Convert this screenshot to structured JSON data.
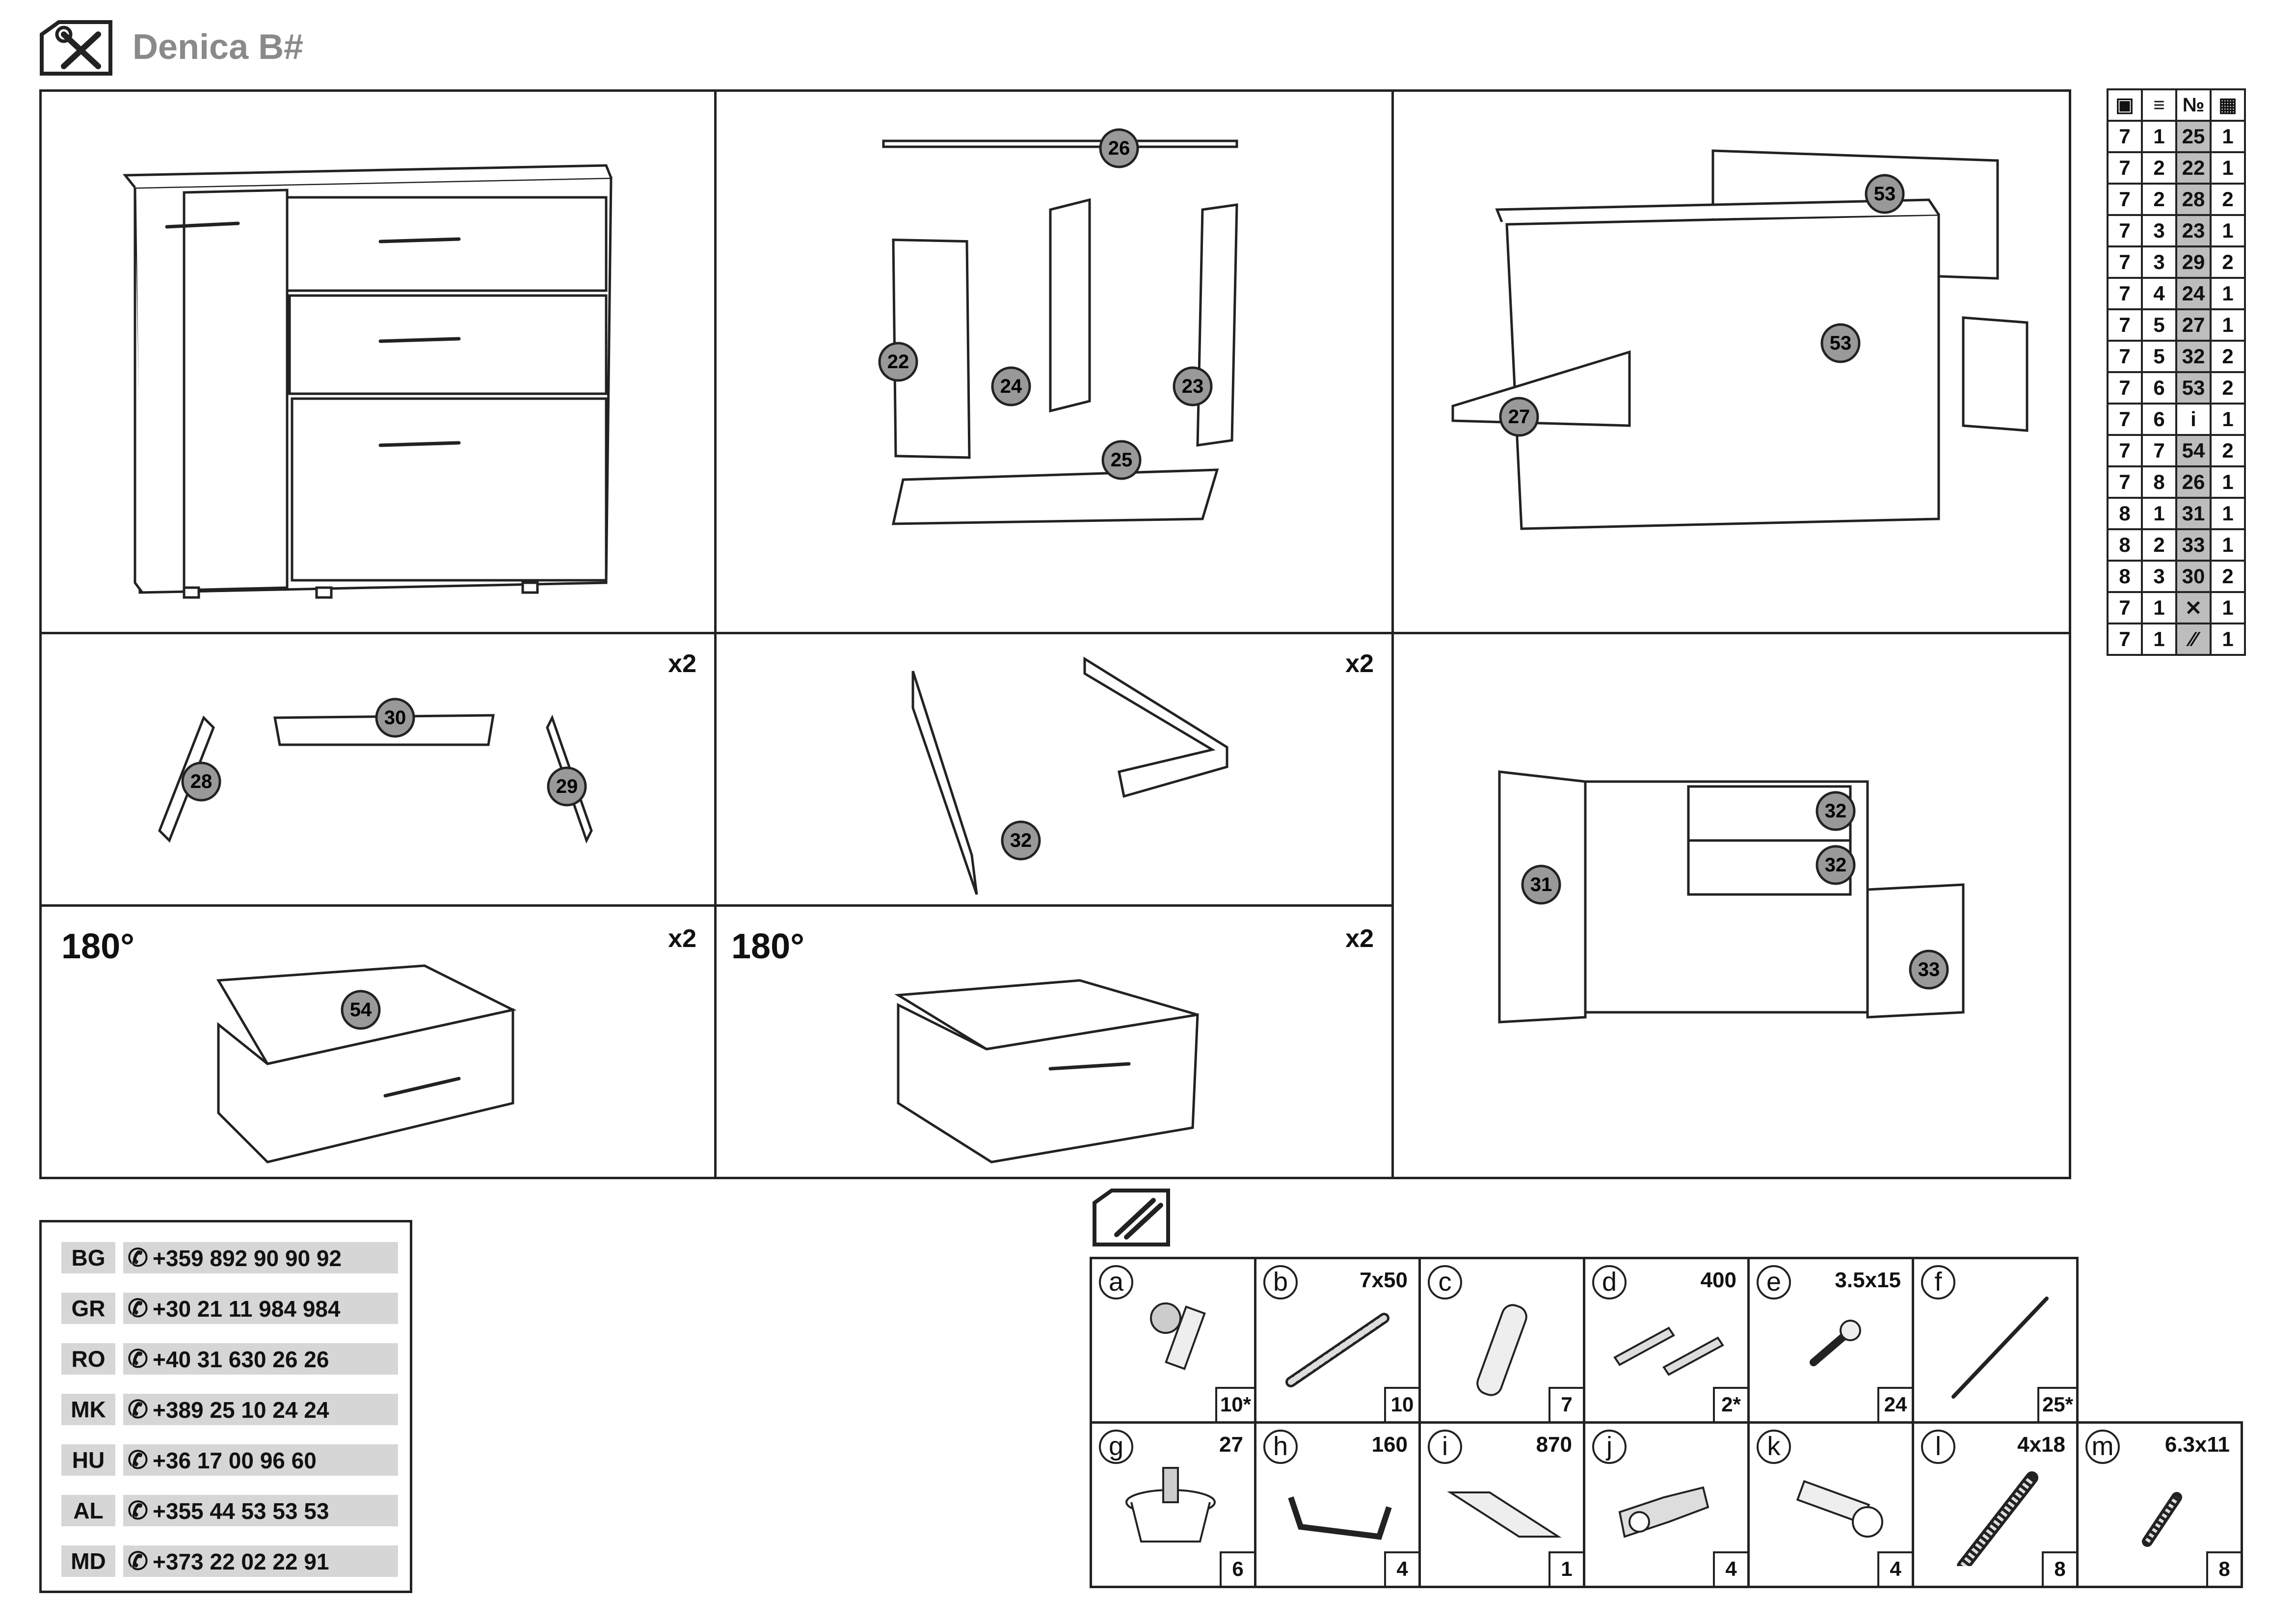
{
  "header": {
    "title": "Denica B#",
    "icon": "tools-icon"
  },
  "panels": {
    "x2": "x2",
    "rotate": "180°"
  },
  "step2_labels": {
    "p26": "26",
    "p22": "22",
    "p24": "24",
    "p23": "23",
    "p25": "25"
  },
  "step3_labels": {
    "p53a": "53",
    "p53b": "53",
    "p27": "27"
  },
  "step4_labels": {
    "p30": "30",
    "p28": "28",
    "p29": "29"
  },
  "step5_labels": {
    "p32": "32"
  },
  "step6_labels": {
    "p31": "31",
    "p32a": "32",
    "p32b": "32",
    "p33": "33"
  },
  "step7_labels": {
    "p54": "54"
  },
  "parts_table": {
    "rows": [
      [
        "7",
        "1",
        "25",
        "1"
      ],
      [
        "7",
        "2",
        "22",
        "1"
      ],
      [
        "7",
        "2",
        "28",
        "2"
      ],
      [
        "7",
        "3",
        "23",
        "1"
      ],
      [
        "7",
        "3",
        "29",
        "2"
      ],
      [
        "7",
        "4",
        "24",
        "1"
      ],
      [
        "7",
        "5",
        "27",
        "1"
      ],
      [
        "7",
        "5",
        "32",
        "2"
      ],
      [
        "7",
        "6",
        "53",
        "2"
      ],
      [
        "7",
        "6",
        "i",
        "1"
      ],
      [
        "7",
        "7",
        "54",
        "2"
      ],
      [
        "7",
        "8",
        "26",
        "1"
      ],
      [
        "8",
        "1",
        "31",
        "1"
      ],
      [
        "8",
        "2",
        "33",
        "1"
      ],
      [
        "8",
        "3",
        "30",
        "2"
      ],
      [
        "7",
        "1",
        "",
        "1"
      ],
      [
        "7",
        "1",
        "",
        "1"
      ]
    ],
    "no_header": "№"
  },
  "phones": [
    {
      "code": "BG",
      "number": "+359 892 90 90 92"
    },
    {
      "code": "GR",
      "number": "+30 21 11 984 984"
    },
    {
      "code": "RO",
      "number": "+40 31 630 26 26"
    },
    {
      "code": "MK",
      "number": "+389 25 10 24 24"
    },
    {
      "code": "HU",
      "number": "+36 17 00 96 60"
    },
    {
      "code": "AL",
      "number": "+355 44 53 53 53"
    },
    {
      "code": "MD",
      "number": "+373 22 02 22 91"
    }
  ],
  "hardware": [
    {
      "letter": "a",
      "size": "",
      "qty": "10*"
    },
    {
      "letter": "b",
      "size": "7x50",
      "qty": "10"
    },
    {
      "letter": "c",
      "size": "",
      "qty": "7"
    },
    {
      "letter": "d",
      "size": "400",
      "qty": "2*"
    },
    {
      "letter": "e",
      "size": "3.5x15",
      "qty": "24"
    },
    {
      "letter": "f",
      "size": "",
      "qty": "25*"
    },
    {
      "letter": "g",
      "size": "27",
      "qty": "6"
    },
    {
      "letter": "h",
      "size": "160",
      "qty": "4"
    },
    {
      "letter": "i",
      "size": "870",
      "qty": "1"
    },
    {
      "letter": "j",
      "size": "",
      "qty": "4"
    },
    {
      "letter": "k",
      "size": "",
      "qty": "4"
    },
    {
      "letter": "l",
      "size": "4x18",
      "qty": "8"
    },
    {
      "letter": "m",
      "size": "6.3x11",
      "qty": "8"
    }
  ]
}
